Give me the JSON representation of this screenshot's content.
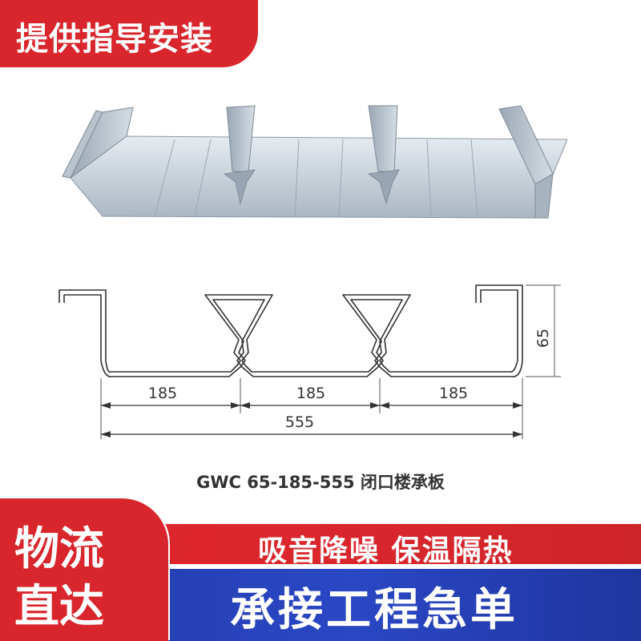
{
  "top_banner": {
    "text": "提供指导安装"
  },
  "drawing": {
    "dim_height": "65",
    "dim_segments": [
      "185",
      "185",
      "185"
    ],
    "dim_total": "555"
  },
  "caption": "GWC 65-185-555 闭口楼承板",
  "badge": {
    "line1": "物流",
    "line2": "直达"
  },
  "red_strip": {
    "text": "吸音降噪 保温隔热"
  },
  "blue_strip": {
    "text": "承接工程急单"
  },
  "colors": {
    "red": "#d8262c",
    "blue": "#2a47c4",
    "steel": "#c9d3dc"
  }
}
